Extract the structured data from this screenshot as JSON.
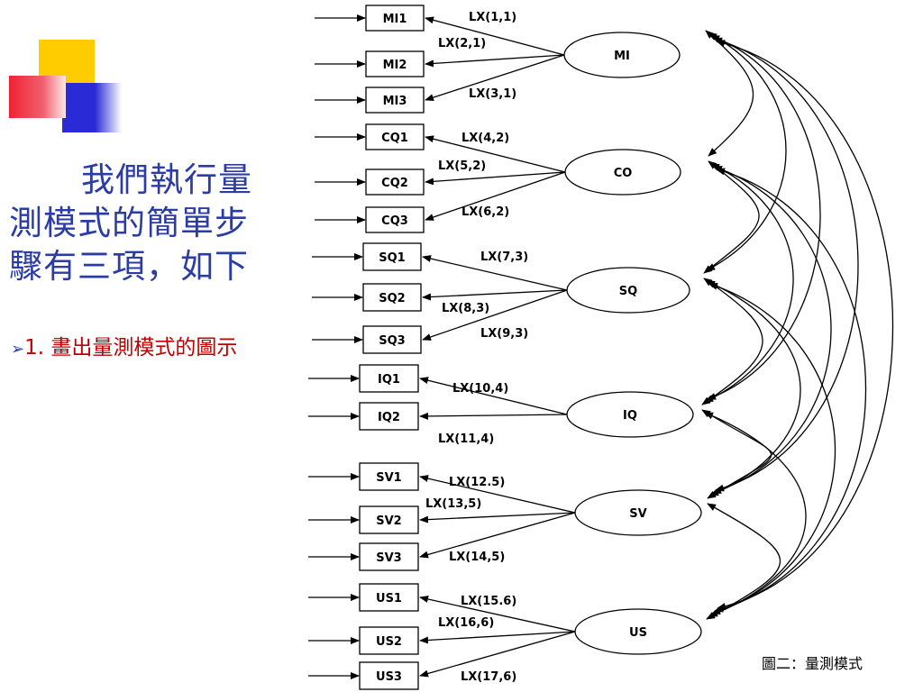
{
  "title": "我們執行量測模式的簡單步驟有三項，如下",
  "bullet": {
    "number": "1.",
    "text": "畫出量測模式的圖示"
  },
  "caption": "圖二：量測模式",
  "diagram": {
    "indicators": [
      "MI1",
      "MI2",
      "MI3",
      "CQ1",
      "CQ2",
      "CQ3",
      "SQ1",
      "SQ2",
      "SQ3",
      "IQ1",
      "IQ2",
      "SV1",
      "SV2",
      "SV3",
      "US1",
      "US2",
      "US3"
    ],
    "factors": [
      "MI",
      "CO",
      "SQ",
      "IQ",
      "SV",
      "US"
    ],
    "loadings": [
      "LX(1,1)",
      "LX(2,1)",
      "LX(3,1)",
      "LX(4,2)",
      "LX(5,2)",
      "LX(6,2)",
      "LX(7,3)",
      "LX(8,3)",
      "LX(9,3)",
      "LX(10,4)",
      "LX(11,4)",
      "LX(12.5)",
      "LX(13,5)",
      "LX(14,5)",
      "LX(15.6)",
      "LX(16,6)",
      "LX(17,6)"
    ]
  }
}
